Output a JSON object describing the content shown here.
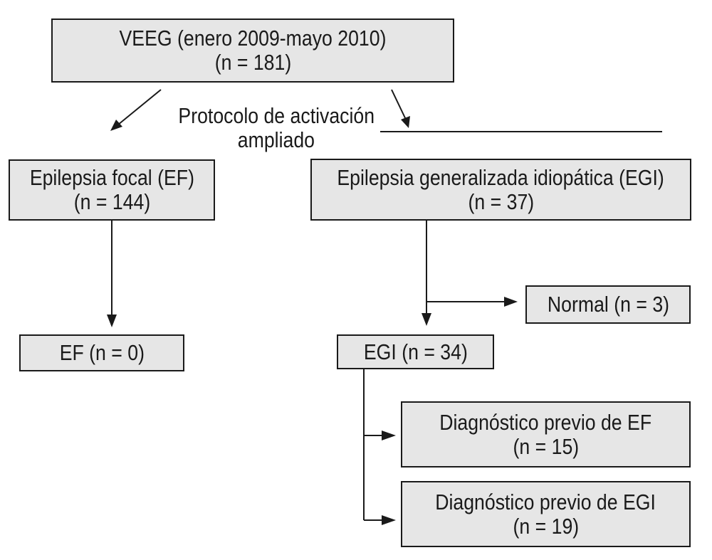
{
  "diagram": {
    "root": {
      "line1": "VEEG (enero 2009-mayo 2010)",
      "line2": "(n = 181)"
    },
    "protocol_label": {
      "line1": "Protocolo de activación",
      "line2": "ampliado"
    },
    "focal": {
      "line1": "Epilepsia focal (EF)",
      "line2": "(n = 144)"
    },
    "generalized": {
      "line1": "Epilepsia generalizada idiopática (EGI)",
      "line2": "(n = 37)"
    },
    "normal": {
      "line1": "Normal (n = 3)"
    },
    "ef_result": {
      "line1": "EF (n = 0)"
    },
    "egi_result": {
      "line1": "EGI (n = 34)"
    },
    "prev_ef": {
      "line1": "Diagnóstico previo de EF",
      "line2": "(n = 15)"
    },
    "prev_egi": {
      "line1": "Diagnóstico previo de EGI",
      "line2": "(n = 19)"
    },
    "colors": {
      "box_fill": "#e6e6e6",
      "stroke": "#1a1a1a"
    }
  }
}
